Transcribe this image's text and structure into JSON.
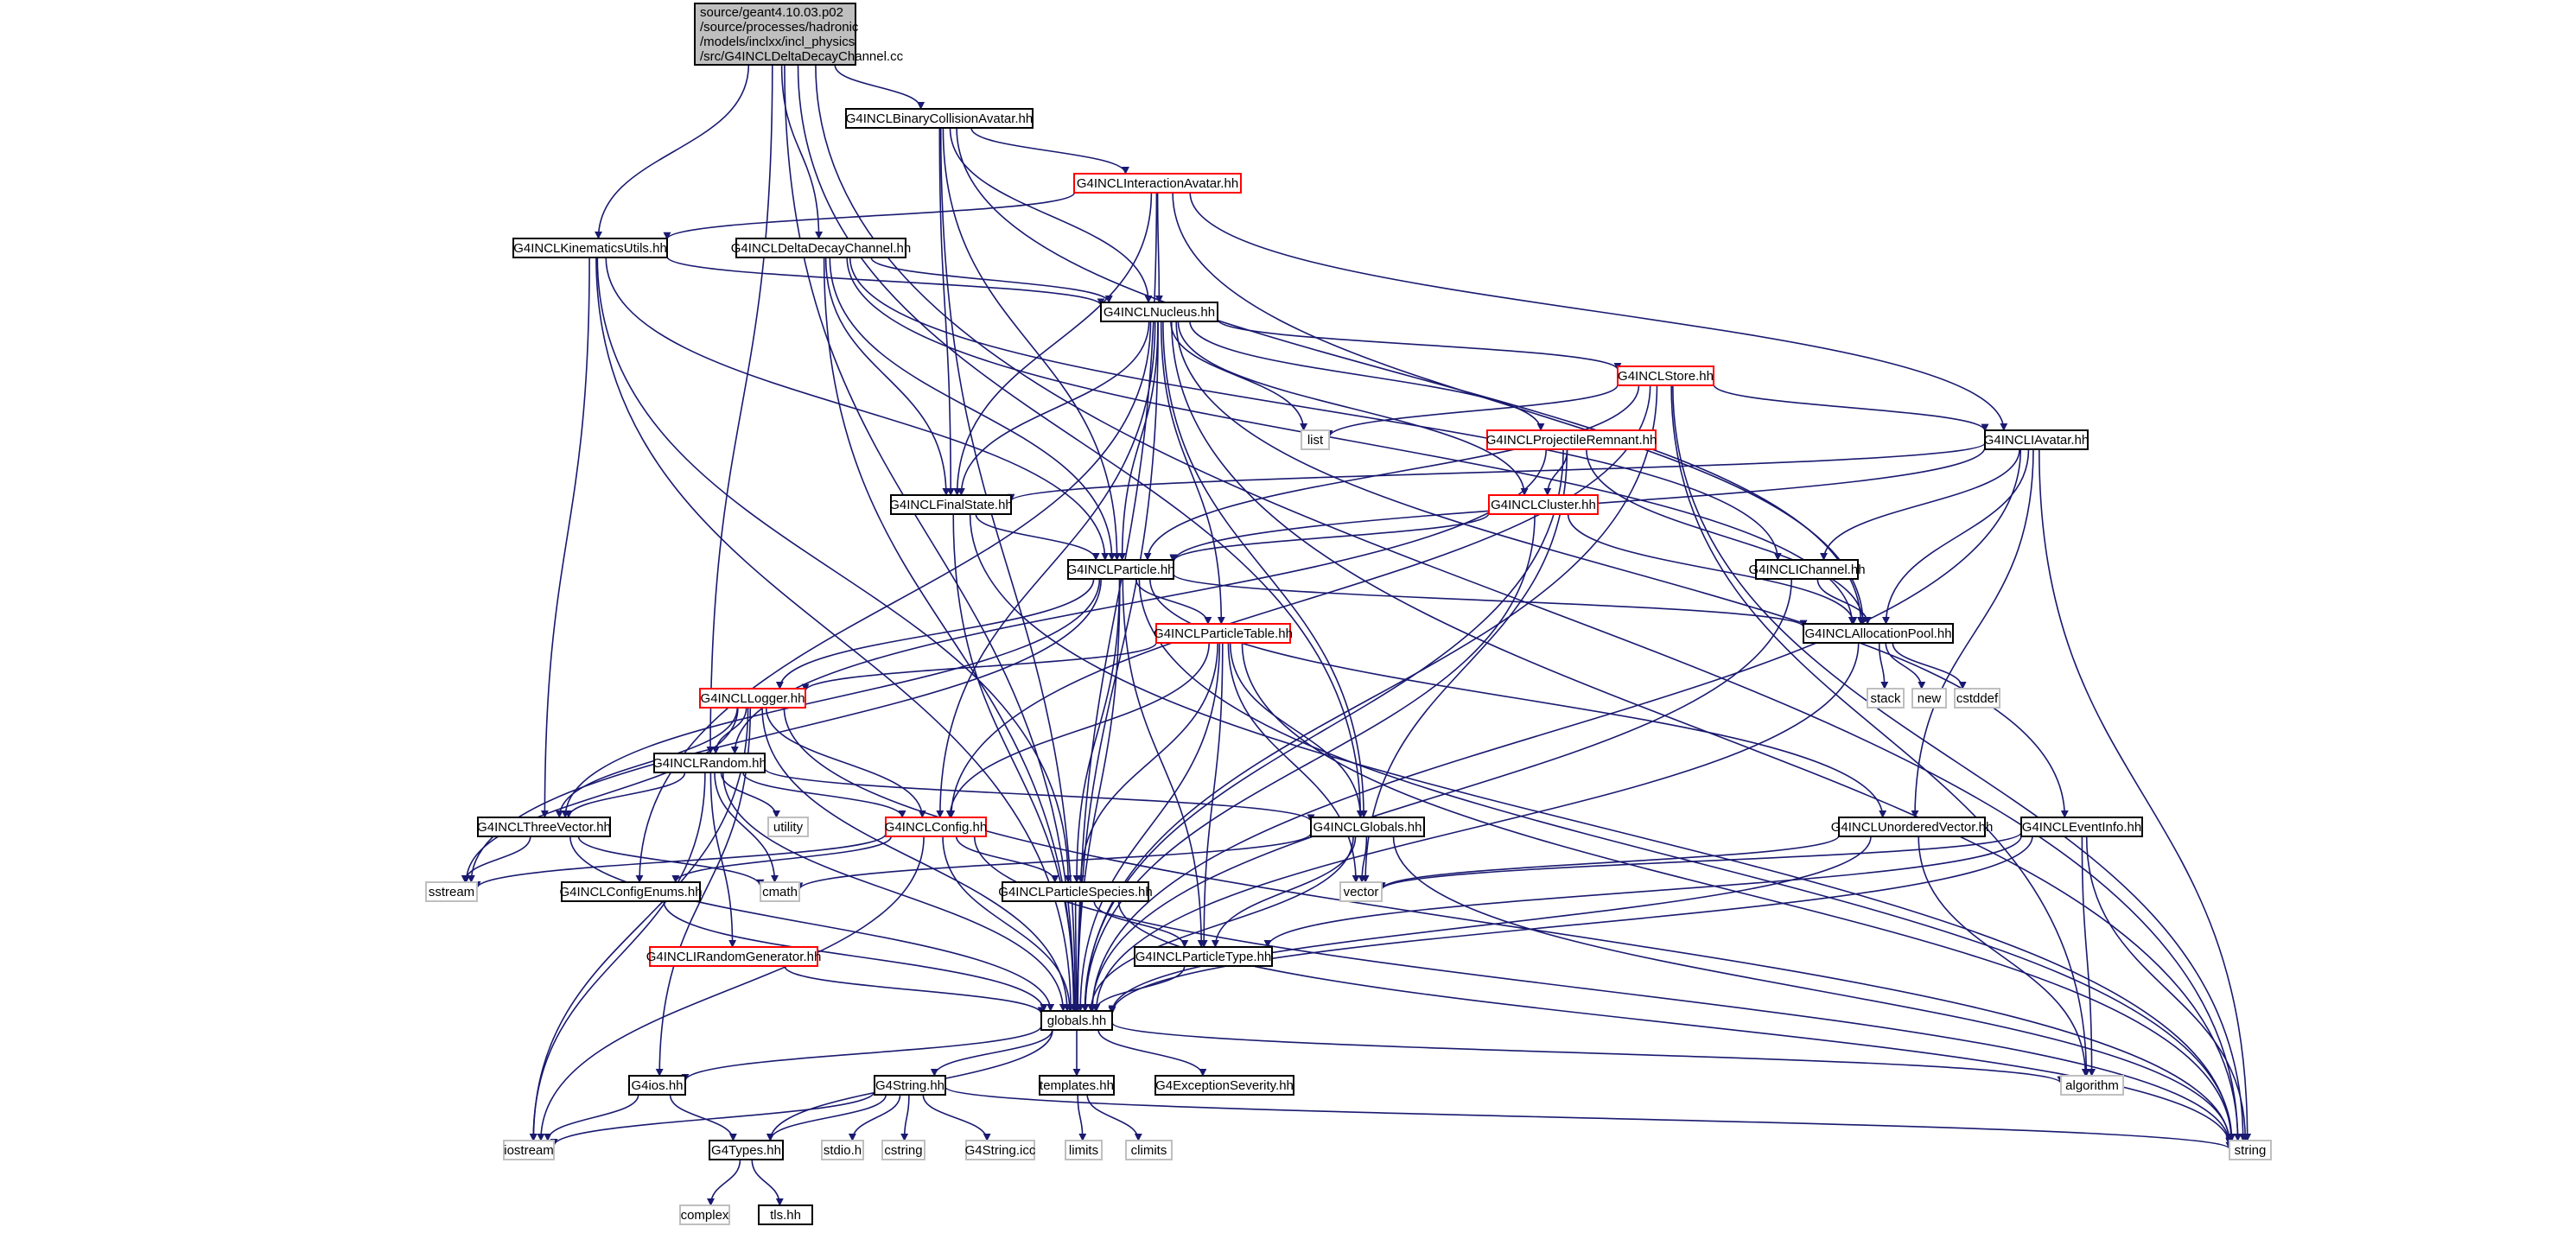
{
  "style": {
    "edge_color": "#191970",
    "default_border": "#000000",
    "partial_border": "#ff0000",
    "system_border": "#bfbfbf",
    "root_fill": "#bfbfbf",
    "node_fill": "#ffffff"
  },
  "nodes": {
    "root": {
      "lines": [
        "source/geant4.10.03.p02",
        "/source/processes/hadronic",
        "/models/inclxx/incl_physics",
        "/src/G4INCLDeltaDecayChannel.cc"
      ],
      "kind": "root"
    },
    "bca": {
      "lines": [
        "G4INCLBinaryCollisionAvatar.hh"
      ],
      "kind": "normal"
    },
    "ia": {
      "lines": [
        "G4INCLInteractionAvatar.hh"
      ],
      "kind": "partial"
    },
    "ku": {
      "lines": [
        "G4INCLKinematicsUtils.hh"
      ],
      "kind": "normal"
    },
    "ddc": {
      "lines": [
        "G4INCLDeltaDecayChannel.hh"
      ],
      "kind": "normal"
    },
    "nuc": {
      "lines": [
        "G4INCLNucleus.hh"
      ],
      "kind": "normal"
    },
    "store": {
      "lines": [
        "G4INCLStore.hh"
      ],
      "kind": "partial"
    },
    "list": {
      "lines": [
        "list"
      ],
      "kind": "system"
    },
    "pr": {
      "lines": [
        "G4INCLProjectileRemnant.hh"
      ],
      "kind": "partial"
    },
    "iav": {
      "lines": [
        "G4INCLIAvatar.hh"
      ],
      "kind": "normal"
    },
    "fs": {
      "lines": [
        "G4INCLFinalState.hh"
      ],
      "kind": "normal"
    },
    "cluster": {
      "lines": [
        "G4INCLCluster.hh"
      ],
      "kind": "partial"
    },
    "ich": {
      "lines": [
        "G4INCLIChannel.hh"
      ],
      "kind": "normal"
    },
    "particle": {
      "lines": [
        "G4INCLParticle.hh"
      ],
      "kind": "normal"
    },
    "ap": {
      "lines": [
        "G4INCLAllocationPool.hh"
      ],
      "kind": "normal"
    },
    "pt": {
      "lines": [
        "G4INCLParticleTable.hh"
      ],
      "kind": "partial"
    },
    "stack": {
      "lines": [
        "stack"
      ],
      "kind": "system"
    },
    "new": {
      "lines": [
        "new"
      ],
      "kind": "system"
    },
    "cstddef": {
      "lines": [
        "cstddef"
      ],
      "kind": "system"
    },
    "logger": {
      "lines": [
        "G4INCLLogger.hh"
      ],
      "kind": "partial"
    },
    "random": {
      "lines": [
        "G4INCLRandom.hh"
      ],
      "kind": "normal"
    },
    "utility": {
      "lines": [
        "utility"
      ],
      "kind": "system"
    },
    "config": {
      "lines": [
        "G4INCLConfig.hh"
      ],
      "kind": "partial"
    },
    "globals_incl": {
      "lines": [
        "G4INCLGlobals.hh"
      ],
      "kind": "normal"
    },
    "uv": {
      "lines": [
        "G4INCLUnorderedVector.hh"
      ],
      "kind": "normal"
    },
    "ei": {
      "lines": [
        "G4INCLEventInfo.hh"
      ],
      "kind": "normal"
    },
    "tv": {
      "lines": [
        "G4INCLThreeVector.hh"
      ],
      "kind": "normal"
    },
    "sstream": {
      "lines": [
        "sstream"
      ],
      "kind": "system"
    },
    "ce": {
      "lines": [
        "G4INCLConfigEnums.hh"
      ],
      "kind": "normal"
    },
    "cmath": {
      "lines": [
        "cmath"
      ],
      "kind": "system"
    },
    "ps": {
      "lines": [
        "G4INCLParticleSpecies.hh"
      ],
      "kind": "normal"
    },
    "vector": {
      "lines": [
        "vector"
      ],
      "kind": "system"
    },
    "irg": {
      "lines": [
        "G4INCLIRandomGenerator.hh"
      ],
      "kind": "partial"
    },
    "ptype": {
      "lines": [
        "G4INCLParticleType.hh"
      ],
      "kind": "normal"
    },
    "globals": {
      "lines": [
        "globals.hh"
      ],
      "kind": "normal"
    },
    "ios": {
      "lines": [
        "G4ios.hh"
      ],
      "kind": "normal"
    },
    "g4string": {
      "lines": [
        "G4String.hh"
      ],
      "kind": "normal"
    },
    "templates": {
      "lines": [
        "templates.hh"
      ],
      "kind": "normal"
    },
    "es": {
      "lines": [
        "G4ExceptionSeverity.hh"
      ],
      "kind": "normal"
    },
    "algorithm": {
      "lines": [
        "algorithm"
      ],
      "kind": "system"
    },
    "iostream": {
      "lines": [
        "iostream"
      ],
      "kind": "system"
    },
    "g4types": {
      "lines": [
        "G4Types.hh"
      ],
      "kind": "normal"
    },
    "stdio": {
      "lines": [
        "stdio.h"
      ],
      "kind": "system"
    },
    "cstring": {
      "lines": [
        "cstring"
      ],
      "kind": "system"
    },
    "icc": {
      "lines": [
        "G4String.icc"
      ],
      "kind": "system"
    },
    "limits": {
      "lines": [
        "limits"
      ],
      "kind": "system"
    },
    "climits": {
      "lines": [
        "climits"
      ],
      "kind": "system"
    },
    "string": {
      "lines": [
        "string"
      ],
      "kind": "system"
    },
    "complex": {
      "lines": [
        "complex"
      ],
      "kind": "system"
    },
    "tls": {
      "lines": [
        "tls.hh"
      ],
      "kind": "normal"
    }
  },
  "edges": [
    [
      "root",
      "bca"
    ],
    [
      "root",
      "ku"
    ],
    [
      "root",
      "ddc"
    ],
    [
      "root",
      "random"
    ],
    [
      "root",
      "globals_incl"
    ],
    [
      "root",
      "globals"
    ],
    [
      "root",
      "string"
    ],
    [
      "bca",
      "ia"
    ],
    [
      "bca",
      "nuc"
    ],
    [
      "bca",
      "fs"
    ],
    [
      "bca",
      "particle"
    ],
    [
      "bca",
      "ap"
    ],
    [
      "bca",
      "globals"
    ],
    [
      "ia",
      "ku"
    ],
    [
      "ia",
      "nuc"
    ],
    [
      "ia",
      "fs"
    ],
    [
      "ia",
      "iav"
    ],
    [
      "ia",
      "ap"
    ],
    [
      "ia",
      "globals"
    ],
    [
      "ku",
      "nuc"
    ],
    [
      "ku",
      "particle"
    ],
    [
      "ku",
      "tv"
    ],
    [
      "ku",
      "ps"
    ],
    [
      "ku",
      "globals"
    ],
    [
      "ddc",
      "nuc"
    ],
    [
      "ddc",
      "fs"
    ],
    [
      "ddc",
      "particle"
    ],
    [
      "ddc",
      "ich"
    ],
    [
      "ddc",
      "ap"
    ],
    [
      "ddc",
      "globals"
    ],
    [
      "nuc",
      "store"
    ],
    [
      "nuc",
      "list"
    ],
    [
      "nuc",
      "pr"
    ],
    [
      "nuc",
      "fs"
    ],
    [
      "nuc",
      "cluster"
    ],
    [
      "nuc",
      "particle"
    ],
    [
      "nuc",
      "pt"
    ],
    [
      "nuc",
      "config"
    ],
    [
      "nuc",
      "globals_incl"
    ],
    [
      "nuc",
      "ce"
    ],
    [
      "nuc",
      "ei"
    ],
    [
      "nuc",
      "globals"
    ],
    [
      "nuc",
      "string"
    ],
    [
      "store",
      "list"
    ],
    [
      "store",
      "iav"
    ],
    [
      "store",
      "particle"
    ],
    [
      "store",
      "config"
    ],
    [
      "store",
      "algorithm"
    ],
    [
      "store",
      "globals"
    ],
    [
      "store",
      "string"
    ],
    [
      "pr",
      "cluster"
    ],
    [
      "pr",
      "random"
    ],
    [
      "pr",
      "ap"
    ],
    [
      "pr",
      "vector"
    ],
    [
      "pr",
      "globals"
    ],
    [
      "iav",
      "fs"
    ],
    [
      "iav",
      "ich"
    ],
    [
      "iav",
      "particle"
    ],
    [
      "iav",
      "ap"
    ],
    [
      "iav",
      "uv"
    ],
    [
      "iav",
      "globals"
    ],
    [
      "iav",
      "string"
    ],
    [
      "fs",
      "particle"
    ],
    [
      "fs",
      "globals"
    ],
    [
      "fs",
      "string"
    ],
    [
      "cluster",
      "particle"
    ],
    [
      "cluster",
      "ap"
    ],
    [
      "cluster",
      "globals"
    ],
    [
      "ich",
      "ap"
    ],
    [
      "ich",
      "globals"
    ],
    [
      "particle",
      "ap"
    ],
    [
      "particle",
      "pt"
    ],
    [
      "particle",
      "logger"
    ],
    [
      "particle",
      "tv"
    ],
    [
      "particle",
      "ps"
    ],
    [
      "particle",
      "ptype"
    ],
    [
      "particle",
      "uv"
    ],
    [
      "particle",
      "sstream"
    ],
    [
      "particle",
      "globals"
    ],
    [
      "particle",
      "string"
    ],
    [
      "ap",
      "stack"
    ],
    [
      "ap",
      "new"
    ],
    [
      "ap",
      "cstddef"
    ],
    [
      "ap",
      "globals"
    ],
    [
      "pt",
      "logger"
    ],
    [
      "pt",
      "config"
    ],
    [
      "pt",
      "globals_incl"
    ],
    [
      "pt",
      "ps"
    ],
    [
      "pt",
      "ptype"
    ],
    [
      "pt",
      "vector"
    ],
    [
      "pt",
      "globals"
    ],
    [
      "pt",
      "string"
    ],
    [
      "logger",
      "random"
    ],
    [
      "logger",
      "config"
    ],
    [
      "logger",
      "tv"
    ],
    [
      "logger",
      "sstream"
    ],
    [
      "logger",
      "iostream"
    ],
    [
      "logger",
      "ios"
    ],
    [
      "logger",
      "globals"
    ],
    [
      "logger",
      "string"
    ],
    [
      "random",
      "tv"
    ],
    [
      "random",
      "utility"
    ],
    [
      "random",
      "config"
    ],
    [
      "random",
      "globals_incl"
    ],
    [
      "random",
      "cmath"
    ],
    [
      "random",
      "irg"
    ],
    [
      "random",
      "iostream"
    ],
    [
      "random",
      "globals"
    ],
    [
      "config",
      "sstream"
    ],
    [
      "config",
      "ce"
    ],
    [
      "config",
      "ps"
    ],
    [
      "config",
      "iostream"
    ],
    [
      "config",
      "globals"
    ],
    [
      "config",
      "string"
    ],
    [
      "globals_incl",
      "cmath"
    ],
    [
      "globals_incl",
      "vector"
    ],
    [
      "globals_incl",
      "ptype"
    ],
    [
      "globals_incl",
      "globals"
    ],
    [
      "globals_incl",
      "string"
    ],
    [
      "uv",
      "vector"
    ],
    [
      "uv",
      "algorithm"
    ],
    [
      "uv",
      "globals"
    ],
    [
      "ei",
      "vector"
    ],
    [
      "ei",
      "ptype"
    ],
    [
      "ei",
      "algorithm"
    ],
    [
      "ei",
      "string"
    ],
    [
      "ei",
      "globals"
    ],
    [
      "tv",
      "sstream"
    ],
    [
      "tv",
      "cmath"
    ],
    [
      "tv",
      "globals"
    ],
    [
      "ce",
      "globals"
    ],
    [
      "ps",
      "ptype"
    ],
    [
      "ps",
      "globals"
    ],
    [
      "ps",
      "string"
    ],
    [
      "irg",
      "globals"
    ],
    [
      "ptype",
      "globals"
    ],
    [
      "globals",
      "ios"
    ],
    [
      "globals",
      "g4string"
    ],
    [
      "globals",
      "templates"
    ],
    [
      "globals",
      "es"
    ],
    [
      "globals",
      "algorithm"
    ],
    [
      "globals",
      "g4types"
    ],
    [
      "ios",
      "iostream"
    ],
    [
      "ios",
      "g4types"
    ],
    [
      "g4string",
      "g4types"
    ],
    [
      "g4string",
      "iostream"
    ],
    [
      "g4string",
      "stdio"
    ],
    [
      "g4string",
      "cstring"
    ],
    [
      "g4string",
      "icc"
    ],
    [
      "g4string",
      "string"
    ],
    [
      "templates",
      "limits"
    ],
    [
      "templates",
      "climits"
    ],
    [
      "g4types",
      "complex"
    ],
    [
      "g4types",
      "tls"
    ]
  ]
}
